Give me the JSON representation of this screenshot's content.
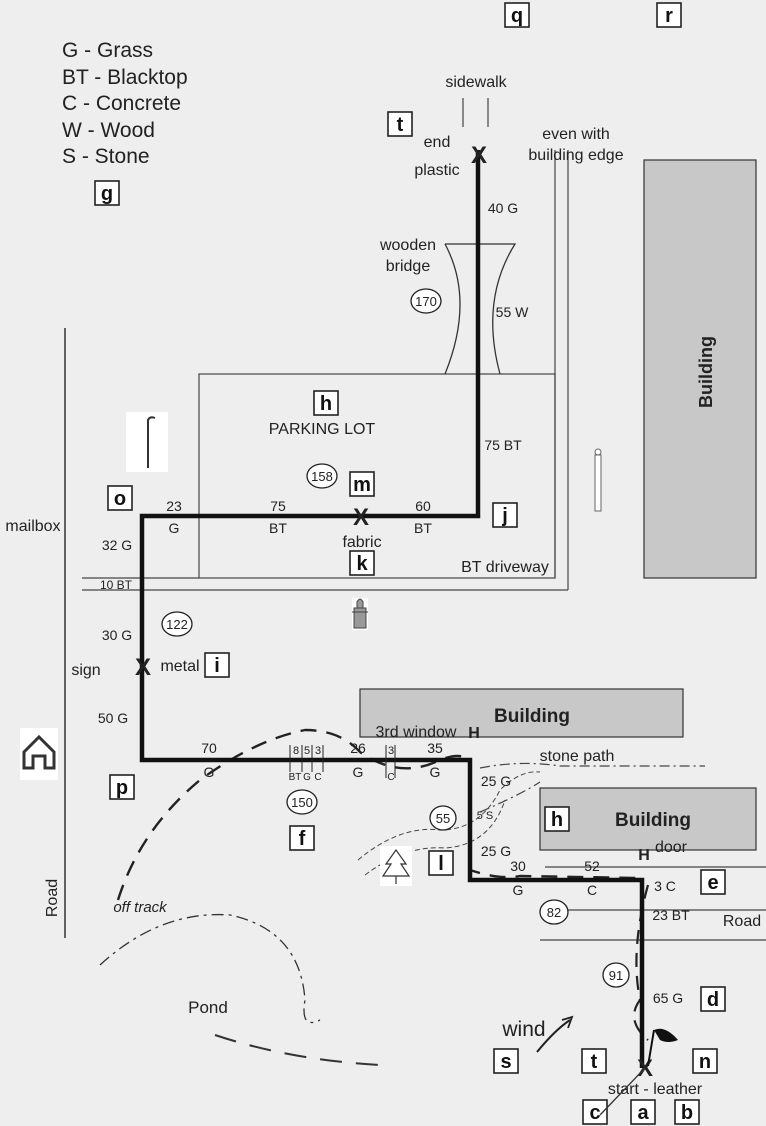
{
  "legend": [
    "G - Grass",
    "BT - Blacktop",
    "C - Concrete",
    "W - Wood",
    "S - Stone"
  ],
  "buildings": {
    "right": "Building",
    "middle": "Building",
    "lower": "Building"
  },
  "labels": {
    "sidewalk": "sidewalk",
    "end": "end",
    "plastic": "plastic",
    "even_with": "even with",
    "building_edge": "building edge",
    "wooden": "wooden",
    "bridge": "bridge",
    "parking_lot": "PARKING LOT",
    "fabric": "fabric",
    "bt_driveway": "BT driveway",
    "mailbox": "mailbox",
    "sign": "sign",
    "metal": "metal",
    "third_window": "3rd window",
    "stone_path": "stone path",
    "door": "door",
    "road_left": "Road",
    "road_right": "Road",
    "off_track": "off track",
    "pond": "Pond",
    "wind": "wind",
    "start": "start - leather"
  },
  "letter_boxes": {
    "q": "q",
    "r": "r",
    "t_top": "t",
    "g": "g",
    "h_lot": "h",
    "m": "m",
    "j": "j",
    "o": "o",
    "k": "k",
    "i": "i",
    "p": "p",
    "f": "f",
    "h_bldg": "h",
    "l": "l",
    "e": "e",
    "d": "d",
    "s": "s",
    "t_bottom": "t",
    "n": "n",
    "c": "c",
    "a": "a",
    "b": "b"
  },
  "circled": {
    "c170": "170",
    "c158": "158",
    "c122": "122",
    "c150": "150",
    "c55": "55",
    "c82": "82",
    "c91": "91"
  },
  "segments": {
    "s40g": "40 G",
    "s55w": "55 W",
    "s75bt_v": "75 BT",
    "s60": "60",
    "s60bt": "BT",
    "s75": "75",
    "s75bt_h": "BT",
    "s23": "23",
    "s23g": "G",
    "s32g": "32 G",
    "s10bt": "10 BT",
    "s30g_v": "30 G",
    "s50g": "50 G",
    "s70": "70",
    "s70g": "G",
    "s8": "8",
    "s5": "5",
    "s3": "3",
    "sBT": "BT",
    "sG": "G",
    "sC": "C",
    "s26": "26",
    "s26g": "G",
    "s3b": "3",
    "s3c": "C",
    "s35": "35",
    "s35g": "G",
    "s25g_a": "25 G",
    "s5s": "5 S",
    "s25g_b": "25 G",
    "s30": "30",
    "s30g": "G",
    "s52": "52",
    "s52c": "C",
    "s3c_v": "3 C",
    "s23bt": "23 BT",
    "s65g": "65 G"
  },
  "markers": {
    "x_end": "X",
    "x_fabric": "X",
    "x_metal": "X",
    "x_start": "X",
    "h_window": "H",
    "h_door": "H"
  },
  "icons": [
    "house-icon",
    "pine-tree-icon",
    "fire-hydrant-icon",
    "flag-icon",
    "street-sign-icon",
    "pole-icon"
  ],
  "colors": {
    "background": "#eeeeee",
    "building_fill": "#c8c8c8",
    "route": "#111111"
  }
}
